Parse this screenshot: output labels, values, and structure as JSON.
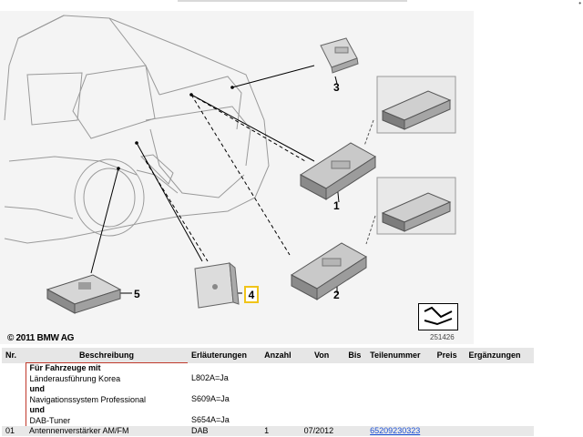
{
  "callouts": {
    "c1": "1",
    "c2": "2",
    "c3": "3",
    "c4": "4",
    "c5": "5"
  },
  "copyright": "© 2011 BMW AG",
  "diagram_number": "251426",
  "table": {
    "headers": [
      "Nr.",
      "Beschreibung",
      "Erläuterungen",
      "Anzahl",
      "Von",
      "Bis",
      "Teilenummer",
      "Preis",
      "Ergänzungen"
    ],
    "condition_lines": [
      {
        "text": "Für Fahrzeuge mit",
        "bold": true,
        "note": ""
      },
      {
        "text": "Länderausführung Korea",
        "bold": false,
        "note": "L802A=Ja"
      },
      {
        "text": "und",
        "bold": true,
        "note": ""
      },
      {
        "text": "Navigationssystem Professional",
        "bold": false,
        "note": "S609A=Ja"
      },
      {
        "text": "und",
        "bold": true,
        "note": ""
      },
      {
        "text": "DAB-Tuner",
        "bold": false,
        "note": "S654A=Ja"
      }
    ],
    "rows": [
      {
        "nr": "01",
        "desc": "Antennenverstärker AM/FM",
        "note": "DAB",
        "qty": "1",
        "from": "07/2012",
        "to": "",
        "part": "65209230323",
        "price": "",
        "extra": ""
      }
    ]
  }
}
